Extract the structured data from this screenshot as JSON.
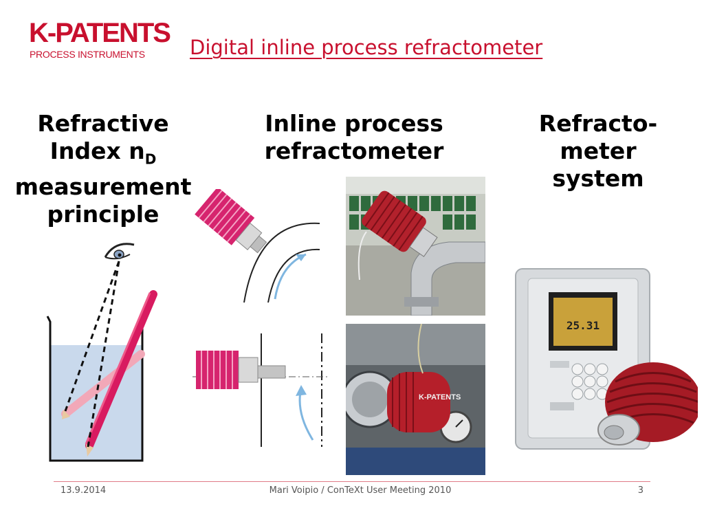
{
  "logo": {
    "main": "K-PATENTS",
    "sub": "PROCESS INSTRUMENTS"
  },
  "slide": {
    "title": "Digital inline process refractometer"
  },
  "columns": {
    "col1": {
      "line1": "Refractive",
      "line2_text": "Index n",
      "line2_sub": "D",
      "line3": "measurement",
      "line4": "principle"
    },
    "col2": {
      "line1": "Inline process",
      "line2": "refractometer"
    },
    "col3": {
      "line1": "Refracto-",
      "line2": "meter",
      "line3": "system"
    }
  },
  "device": {
    "display_value": "25.31",
    "photo_brand": "K-PATENTS"
  },
  "footer": {
    "date": "13.9.2014",
    "author_event": "Mari Voipio / ConTeXt User Meeting 2010",
    "page": "3"
  },
  "colors": {
    "brand_red": "#c8102e",
    "pencil_pink": "#d81b60",
    "heatsink_magenta": "#d6246e",
    "water_blue": "#c9d9ec",
    "flow_arrow": "#7fb6e0"
  }
}
